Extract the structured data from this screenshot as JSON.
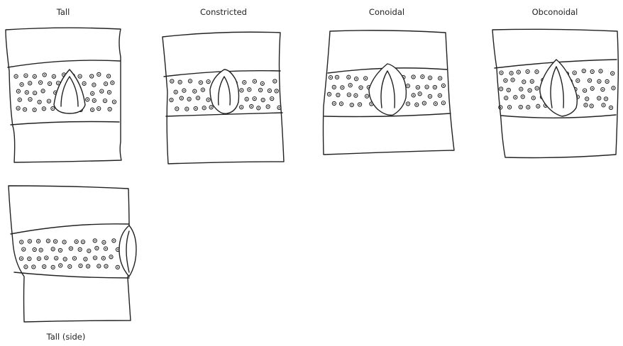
{
  "figure": {
    "labels": {
      "tall": "Tall",
      "constricted": "Constricted",
      "conoidal": "Conoidal",
      "obconoidal": "Obconoidal",
      "tall_side": "Tall (side)"
    },
    "panels": [
      {
        "id": "tall",
        "view": "front",
        "shape": "tall"
      },
      {
        "id": "constricted",
        "view": "front",
        "shape": "constricted"
      },
      {
        "id": "conoidal",
        "view": "front",
        "shape": "conoidal"
      },
      {
        "id": "obconoidal",
        "view": "front",
        "shape": "obconoidal"
      },
      {
        "id": "tall_side",
        "view": "side",
        "shape": "tall"
      }
    ],
    "colors": {
      "stroke": "#222222",
      "background": "#ffffff"
    }
  }
}
